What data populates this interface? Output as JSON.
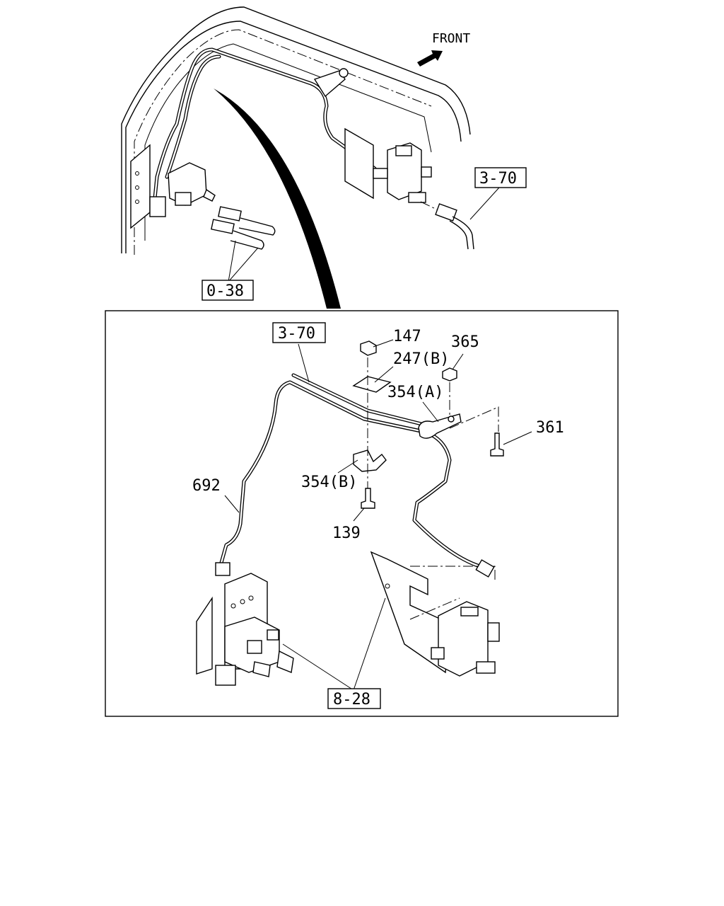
{
  "front_label": "FRONT",
  "refs": {
    "top_right": "3-70",
    "top_left": "0-38",
    "detail_top": "3-70",
    "detail_bottom": "8-28"
  },
  "parts": {
    "p147": "147",
    "p247b": "247(B)",
    "p365": "365",
    "p354a": "354(A)",
    "p361": "361",
    "p354b": "354(B)",
    "p692": "692",
    "p139": "139"
  }
}
